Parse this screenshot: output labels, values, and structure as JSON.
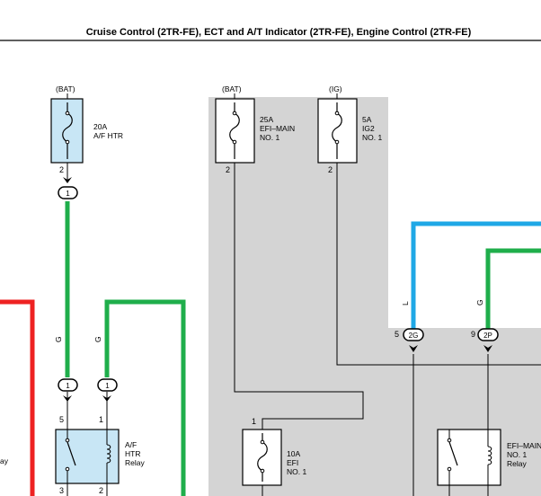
{
  "header": {
    "title": "Cruise Control (2TR-FE), ECT and A/T Indicator (2TR-FE), Engine Control (2TR-FE)"
  },
  "fuses": {
    "af_htr": {
      "source": "(BAT)",
      "amp": "20A",
      "name1": "A/F HTR",
      "pin": "2"
    },
    "efi_main": {
      "source": "(BAT)",
      "amp": "25A",
      "name1": "EFI–MAIN",
      "name2": "NO. 1",
      "pin": "2"
    },
    "ig2": {
      "source": "(IG)",
      "amp": "5A",
      "name1": "IG2",
      "name2": "NO. 1",
      "pin": "2"
    },
    "efi_no1": {
      "amp": "10A",
      "name1": "EFI",
      "name2": "NO. 1",
      "pin": "1"
    }
  },
  "relays": {
    "af_htr": {
      "name1": "A/F",
      "name2": "HTR",
      "name3": "Relay",
      "pin_tl": "5",
      "pin_tr": "1",
      "pin_bl": "3",
      "pin_br": "2"
    },
    "efi_main": {
      "name1": "EFI–MAIN",
      "name2": "NO. 1",
      "name3": "Relay"
    }
  },
  "connectors": {
    "c1_top": "1",
    "c1_left": "1",
    "c1_right": "1",
    "c2g": "2G",
    "c2p": "2P",
    "pin_2g": "5",
    "pin_2p": "9"
  },
  "wire_colors": {
    "g_left": "G",
    "g_right": "G",
    "l_blue": "L",
    "g_2p": "G"
  },
  "edge_text": "ay",
  "colors": {
    "green": "#1fae4b",
    "red": "#ee2222",
    "blue": "#1fa8e6",
    "gray_region": "#d4d4d4",
    "relay_fill": "#c8e6f5"
  }
}
